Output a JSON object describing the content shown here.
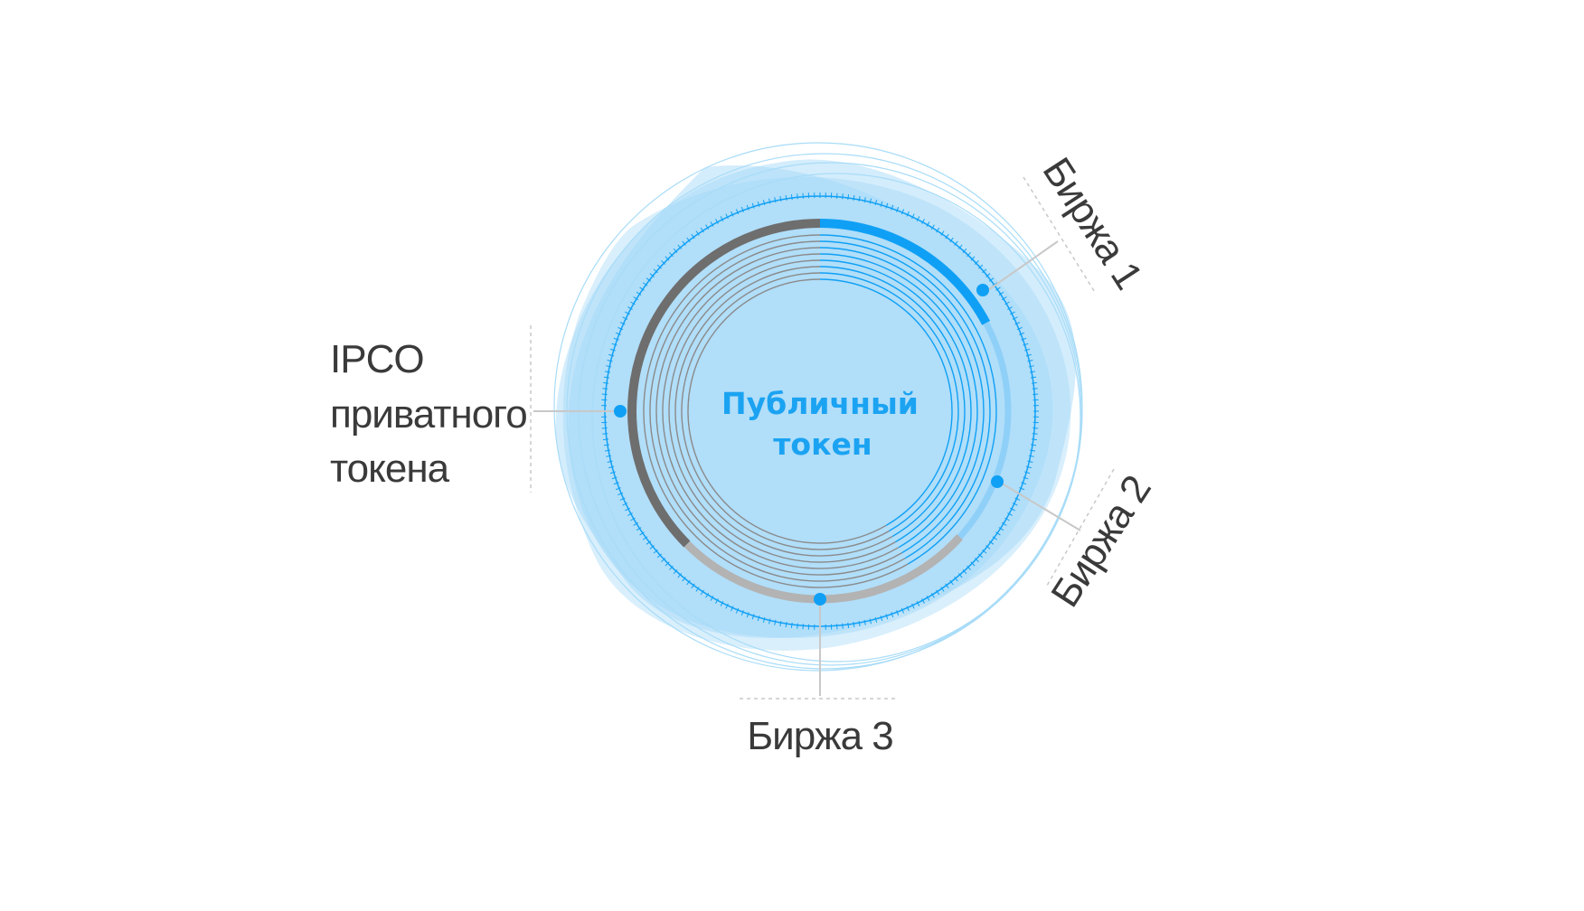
{
  "center": {
    "line1": "Публичный",
    "line2": "токен"
  },
  "labels": {
    "ipco": {
      "line1": "IPCO",
      "line2": "приватного",
      "line3": "токена"
    },
    "exchange1": "Биржа 1",
    "exchange2": "Биржа 2",
    "exchange3": "Биржа 3"
  },
  "colors": {
    "accent": "#0fa0f5",
    "blob": "#9fd8f8",
    "dark_segment": "#6e6e6e",
    "light_segment": "#b3b3b3",
    "label_text": "#3a3a3a",
    "leader_line": "#c8c8c8"
  }
}
